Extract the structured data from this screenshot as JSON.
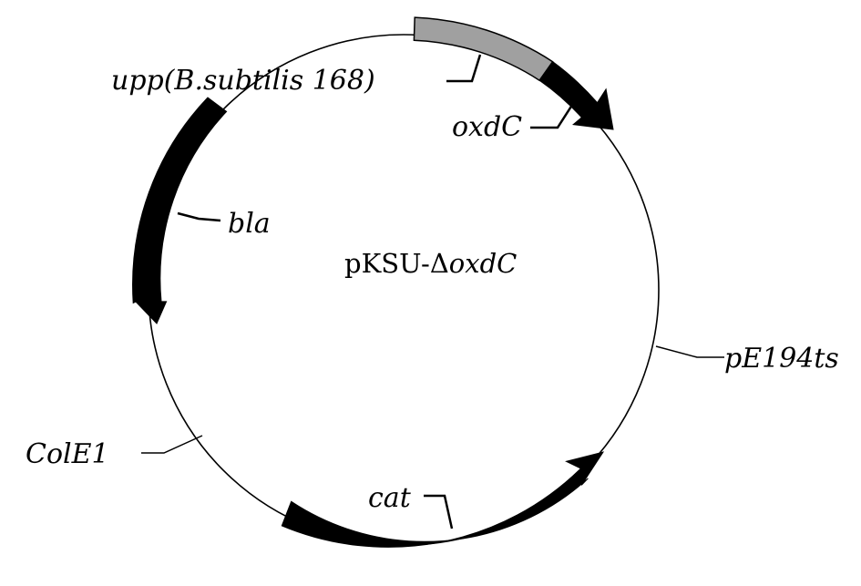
{
  "diagram": {
    "plasmid_name": "pKSU-",
    "plasmid_delta": "Δ",
    "plasmid_gene": "oxdC",
    "features": {
      "upp": "upp(B.subtilis 168)",
      "oxdC": "oxdC",
      "bla": "bla",
      "pE194ts": "pE194ts",
      "ColE1": "ColE1",
      "cat": "cat"
    },
    "colors": {
      "backbone": "#000000",
      "gene": "#000000",
      "upp_fragment": "#a0a0a0"
    }
  }
}
